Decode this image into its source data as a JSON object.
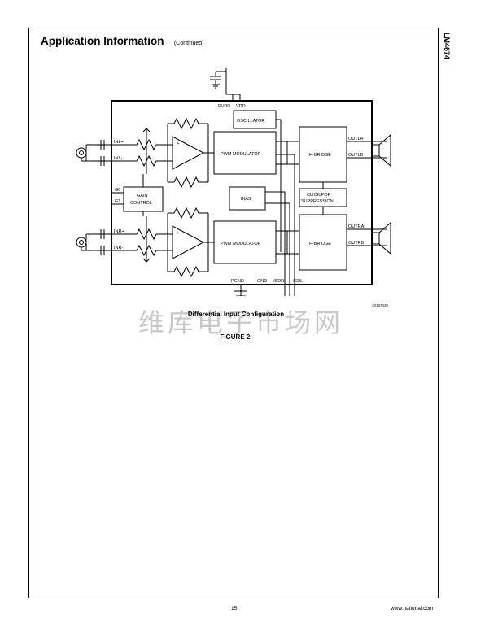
{
  "header": {
    "title": "Application Information",
    "continued": "(Continued)",
    "side_code": "LM4674"
  },
  "diagram": {
    "supply_pvdd": "PVDD",
    "supply_vdd": "VDD",
    "oscillator": "OSCILLATOR",
    "pwm_top": "PWM MODULATOR",
    "pwm_bottom": "PWM MODULATOR",
    "hbridge_top": "H-BRIDGE",
    "hbridge_bottom": "H-BRIDGE",
    "bias": "BIAS",
    "click_pop_1": "CLICK/POP",
    "click_pop_2": "SUPPRESSION",
    "gain_1": "GAIN",
    "gain_2": "CONTROL",
    "inl_plus": "INL+",
    "inl_minus": "INL-",
    "inr_plus": "INR+",
    "inr_minus": "INR-",
    "g0": "G0",
    "g1": "G1",
    "outla": "OUTLA",
    "outlb": "OUTLB",
    "outra": "OUTRA",
    "outrb": "OUTRB",
    "pgnd": "PGND",
    "gnd": "GND",
    "sdr": "/SDR",
    "sdl": "/SDL",
    "plus": "+",
    "minus": "-"
  },
  "figure": {
    "drawing_code": "20167426",
    "caption": "Differential Input Configuration",
    "label": "FIGURE 2."
  },
  "watermark": "维库电子市场网",
  "footer": {
    "page": "15",
    "site": "www.national.com"
  }
}
